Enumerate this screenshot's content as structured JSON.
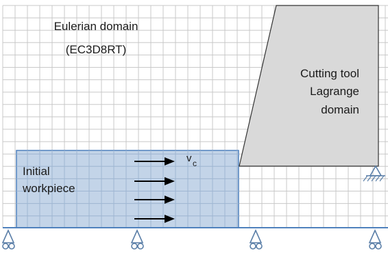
{
  "labels": {
    "eulerian_line1": "Eulerian domain",
    "eulerian_line2": "(EC3D8RT)",
    "tool_line1": "Cutting tool",
    "tool_line2": "Lagrange",
    "tool_line3": "domain",
    "workpiece_line1": "Initial",
    "workpiece_line2": "workpiece",
    "velocity_symbol": "v",
    "velocity_subscript": "c"
  },
  "colors": {
    "grid_line": "#c8c8c8",
    "workpiece_fill": "#b9cde4",
    "workpiece_border": "#4f81bd",
    "tool_fill": "#d9d9d9",
    "tool_border": "#333333",
    "arrow": "#000000",
    "support": "#5b7fa8",
    "baseline": "#4f81bd"
  },
  "icons": {
    "support": "pinned-roller-support-icon",
    "ground": "fixed-support-icon",
    "arrow": "velocity-arrow-icon"
  }
}
